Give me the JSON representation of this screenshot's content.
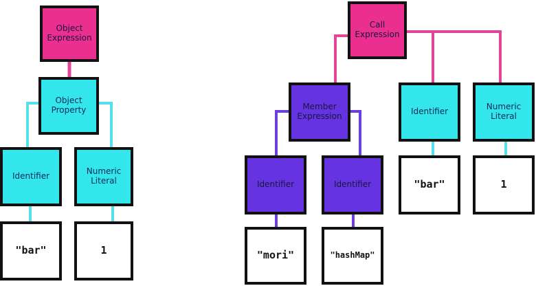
{
  "colors": {
    "object_expression": "#ea2f8f",
    "call_expression": "#ea2f8f",
    "object_property": "#33e6ec",
    "identifier_cyan": "#33e6ec",
    "numeric_literal": "#33e6ec",
    "member_expression": "#6633e0",
    "identifier_purple": "#6633e0",
    "value_box": "#ffffff",
    "edge_pink": "#e0479b",
    "edge_cyan": "#55e0ea",
    "edge_purple": "#6a3fdc"
  },
  "left_tree": {
    "object_expression": "Object\nExpression",
    "object_property": "Object\nProperty",
    "identifier": "Identifier",
    "numeric_literal": "Numeric\nLiteral",
    "identifier_value": "\"bar\"",
    "numeric_value": "1"
  },
  "right_tree": {
    "call_expression": "Call\nExpression",
    "member_expression": "Member\nExpression",
    "identifier_bar": "Identifier",
    "numeric_literal": "Numeric\nLiteral",
    "identifier_mori": "Identifier",
    "identifier_hashmap": "Identifier",
    "value_bar": "\"bar\"",
    "value_1": "1",
    "value_mori": "\"mori\"",
    "value_hashmap": "\"hashMap\""
  }
}
